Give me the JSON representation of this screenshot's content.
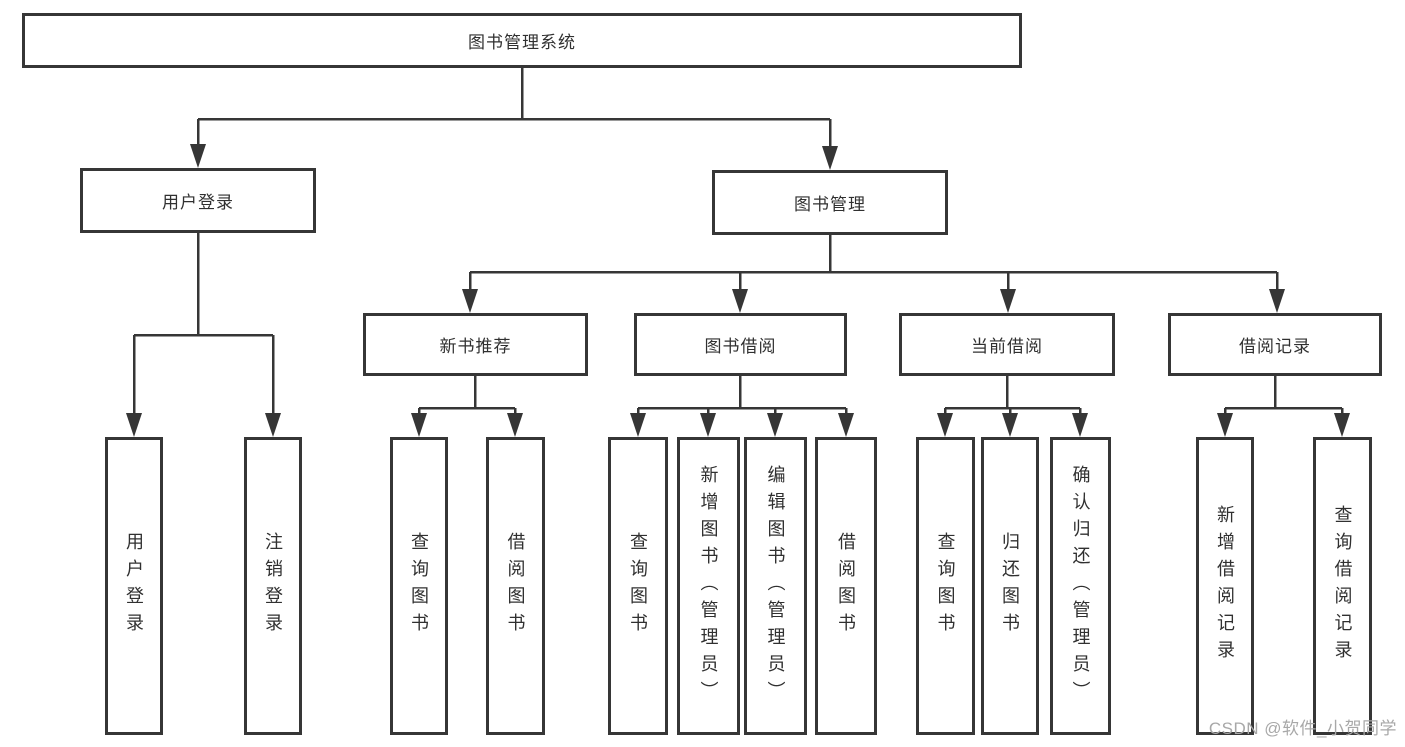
{
  "tree": {
    "root": {
      "label": "图书管理系统"
    },
    "branches": [
      {
        "label": "用户登录",
        "children": [
          {
            "label": "用户登录"
          },
          {
            "label": "注销登录"
          }
        ]
      },
      {
        "label": "图书管理",
        "sections": [
          {
            "label": "新书推荐",
            "children": [
              {
                "label": "查询图书"
              },
              {
                "label": "借阅图书"
              }
            ]
          },
          {
            "label": "图书借阅",
            "children": [
              {
                "label": "查询图书"
              },
              {
                "label": "新增图书（管理员）"
              },
              {
                "label": "编辑图书（管理员）"
              },
              {
                "label": "借阅图书"
              }
            ]
          },
          {
            "label": "当前借阅",
            "children": [
              {
                "label": "查询图书"
              },
              {
                "label": "归还图书"
              },
              {
                "label": "确认归还（管理员）"
              }
            ]
          },
          {
            "label": "借阅记录",
            "children": [
              {
                "label": "新增借阅记录"
              },
              {
                "label": "查询借阅记录"
              }
            ]
          }
        ]
      }
    ]
  },
  "watermark": "CSDN @软件_小贺同学",
  "colors": {
    "line": "#363636",
    "box_border": "#363636",
    "box_fill": "#ffffff",
    "text": "#303030",
    "watermark": "#a8a8a8",
    "background": "#ffffff"
  }
}
